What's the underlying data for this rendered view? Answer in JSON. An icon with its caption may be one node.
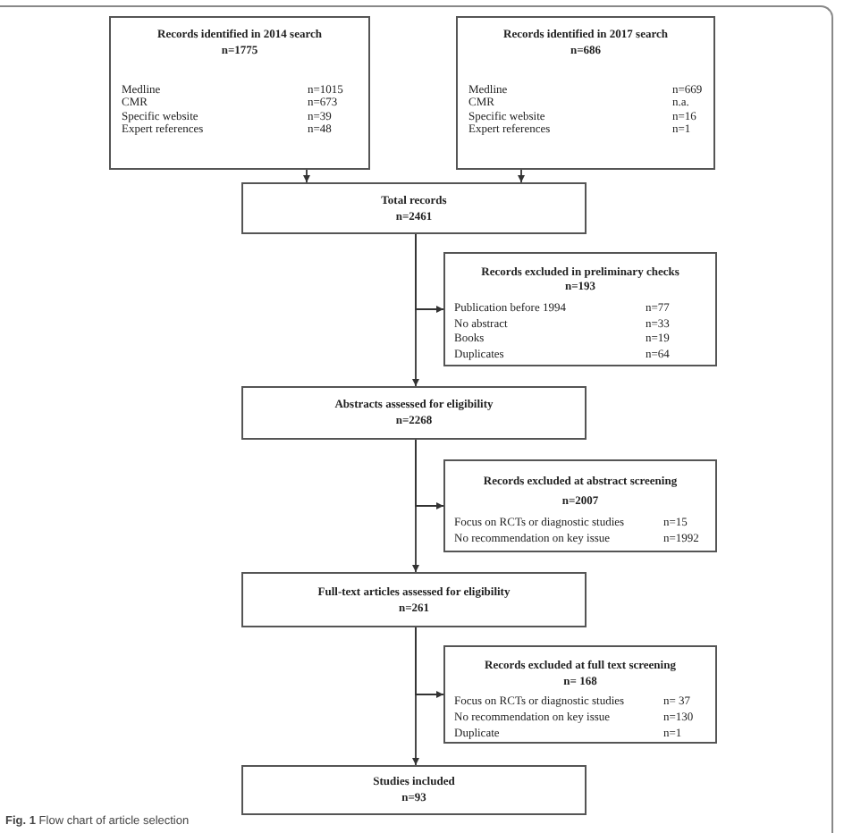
{
  "diagram": {
    "caption": "**Fig. 1** Flow chart of article selection",
    "nodes": [
      {
        "text": [
          "Records identified in 2014 search",
          "n=1775",
          "Medline",
          "n=1015",
          "CMR",
          "n=673",
          "Specific website",
          "n=39",
          "Expert references",
          "n=48"
        ]
      },
      {
        "text": [
          "Records identified in 2017 search",
          "n=686",
          "Medline",
          "n=669",
          "CMR",
          "n.a.",
          "Specific website",
          "n=16",
          "Expert references",
          "n=1"
        ]
      },
      {
        "text": [
          "Total records",
          "n=2461"
        ]
      },
      {
        "text": [
          "Records excluded in preliminary checks",
          "n=193",
          "Publication before 1994",
          "n=77",
          "No abstract",
          "n=33",
          "Books",
          "n=19",
          "Duplicates",
          "n=64"
        ]
      },
      {
        "text": [
          "Abstracts assessed for eligibility",
          "n=2268"
        ]
      },
      {
        "text": [
          "Records excluded at abstract screening",
          "n=2007",
          "Focus on RCTs or diagnostic studies",
          "n=15",
          "No recommendation on key issue",
          "n=1992"
        ]
      },
      {
        "text": [
          "Full-text articles assessed for eligibility",
          "n=261"
        ]
      },
      {
        "text": [
          "Records excluded at full text screening",
          "n= 168",
          "Focus on RCTs or diagnostic studies",
          "n= 37",
          "No recommendation on key issue",
          "n=130",
          "Duplicate",
          "n=1"
        ]
      },
      {
        "text": [
          "Studies included",
          "n=93"
        ]
      }
    ],
    "edges": [
      {
        "from": 0,
        "to": 2,
        "arrow": "to"
      },
      {
        "from": 1,
        "to": 2,
        "arrow": "to"
      },
      {
        "from": 2,
        "to": 3,
        "arrow": "to"
      },
      {
        "from": 2,
        "to": 4,
        "arrow": "to"
      },
      {
        "from": 4,
        "to": 5,
        "arrow": "to"
      },
      {
        "from": 4,
        "to": 6,
        "arrow": "to"
      },
      {
        "from": 6,
        "to": 7,
        "arrow": "to"
      },
      {
        "from": 6,
        "to": 8,
        "arrow": "to"
      }
    ]
  }
}
